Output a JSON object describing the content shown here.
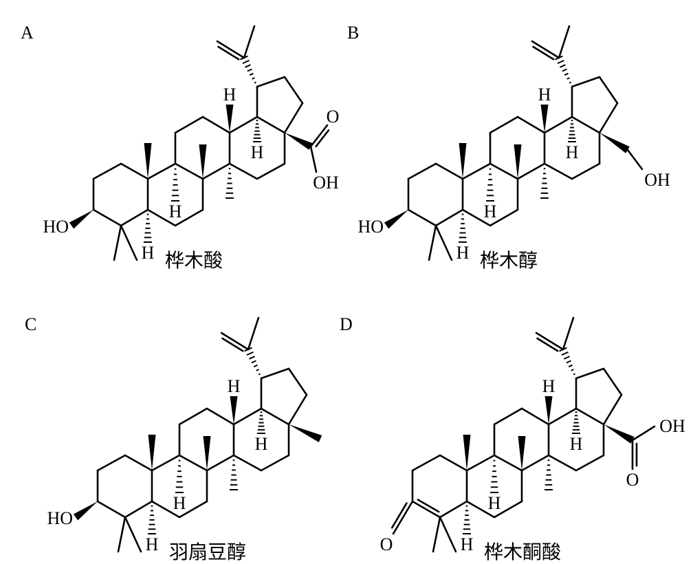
{
  "panels": [
    {
      "id": "A",
      "letter": "A",
      "name": "桦木酸",
      "variant": "betulinic-acid",
      "labels": {
        "ho": "HO",
        "oh": "OH",
        "o": "O",
        "h": "H"
      }
    },
    {
      "id": "B",
      "letter": "B",
      "name": "桦木醇",
      "variant": "betulin",
      "labels": {
        "ho": "HO",
        "oh": "OH",
        "h": "H"
      }
    },
    {
      "id": "C",
      "letter": "C",
      "name": "羽扇豆醇",
      "variant": "lupeol",
      "labels": {
        "ho": "HO",
        "h": "H"
      }
    },
    {
      "id": "D",
      "letter": "D",
      "name": "桦木酮酸",
      "variant": "betulonic-acid",
      "labels": {
        "o3": "O",
        "oh": "OH",
        "o": "O",
        "h": "H"
      }
    }
  ]
}
